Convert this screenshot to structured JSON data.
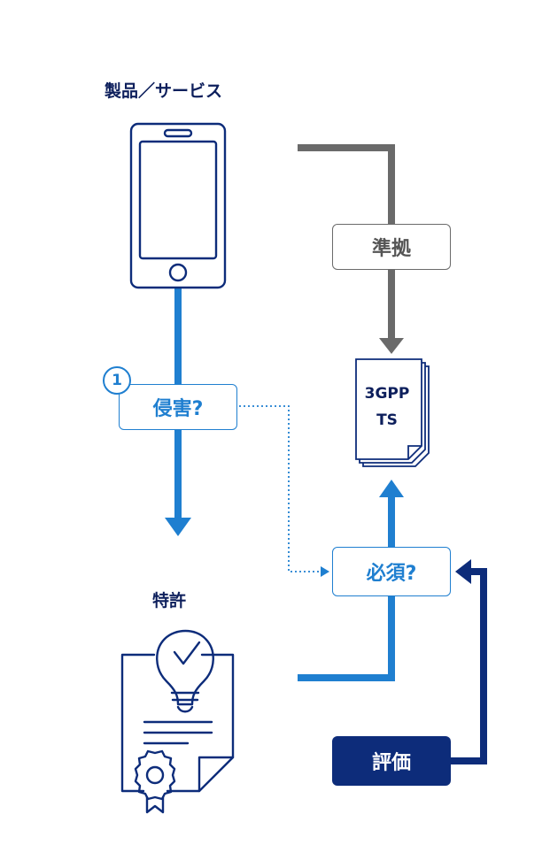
{
  "product_label": "製品／サービス",
  "patent_label": "特許",
  "compliance_label": "準拠",
  "infringement_label": "侵害?",
  "essential_label": "必須?",
  "evaluation_label": "評価",
  "step_number": "1",
  "spec_doc": {
    "line1": "3GPP",
    "line2": "TS"
  },
  "colors": {
    "navy": "#0d2c7a",
    "blue": "#1f7fd0",
    "gray": "#6a6a6a",
    "dark_text": "#0d1f5c"
  }
}
